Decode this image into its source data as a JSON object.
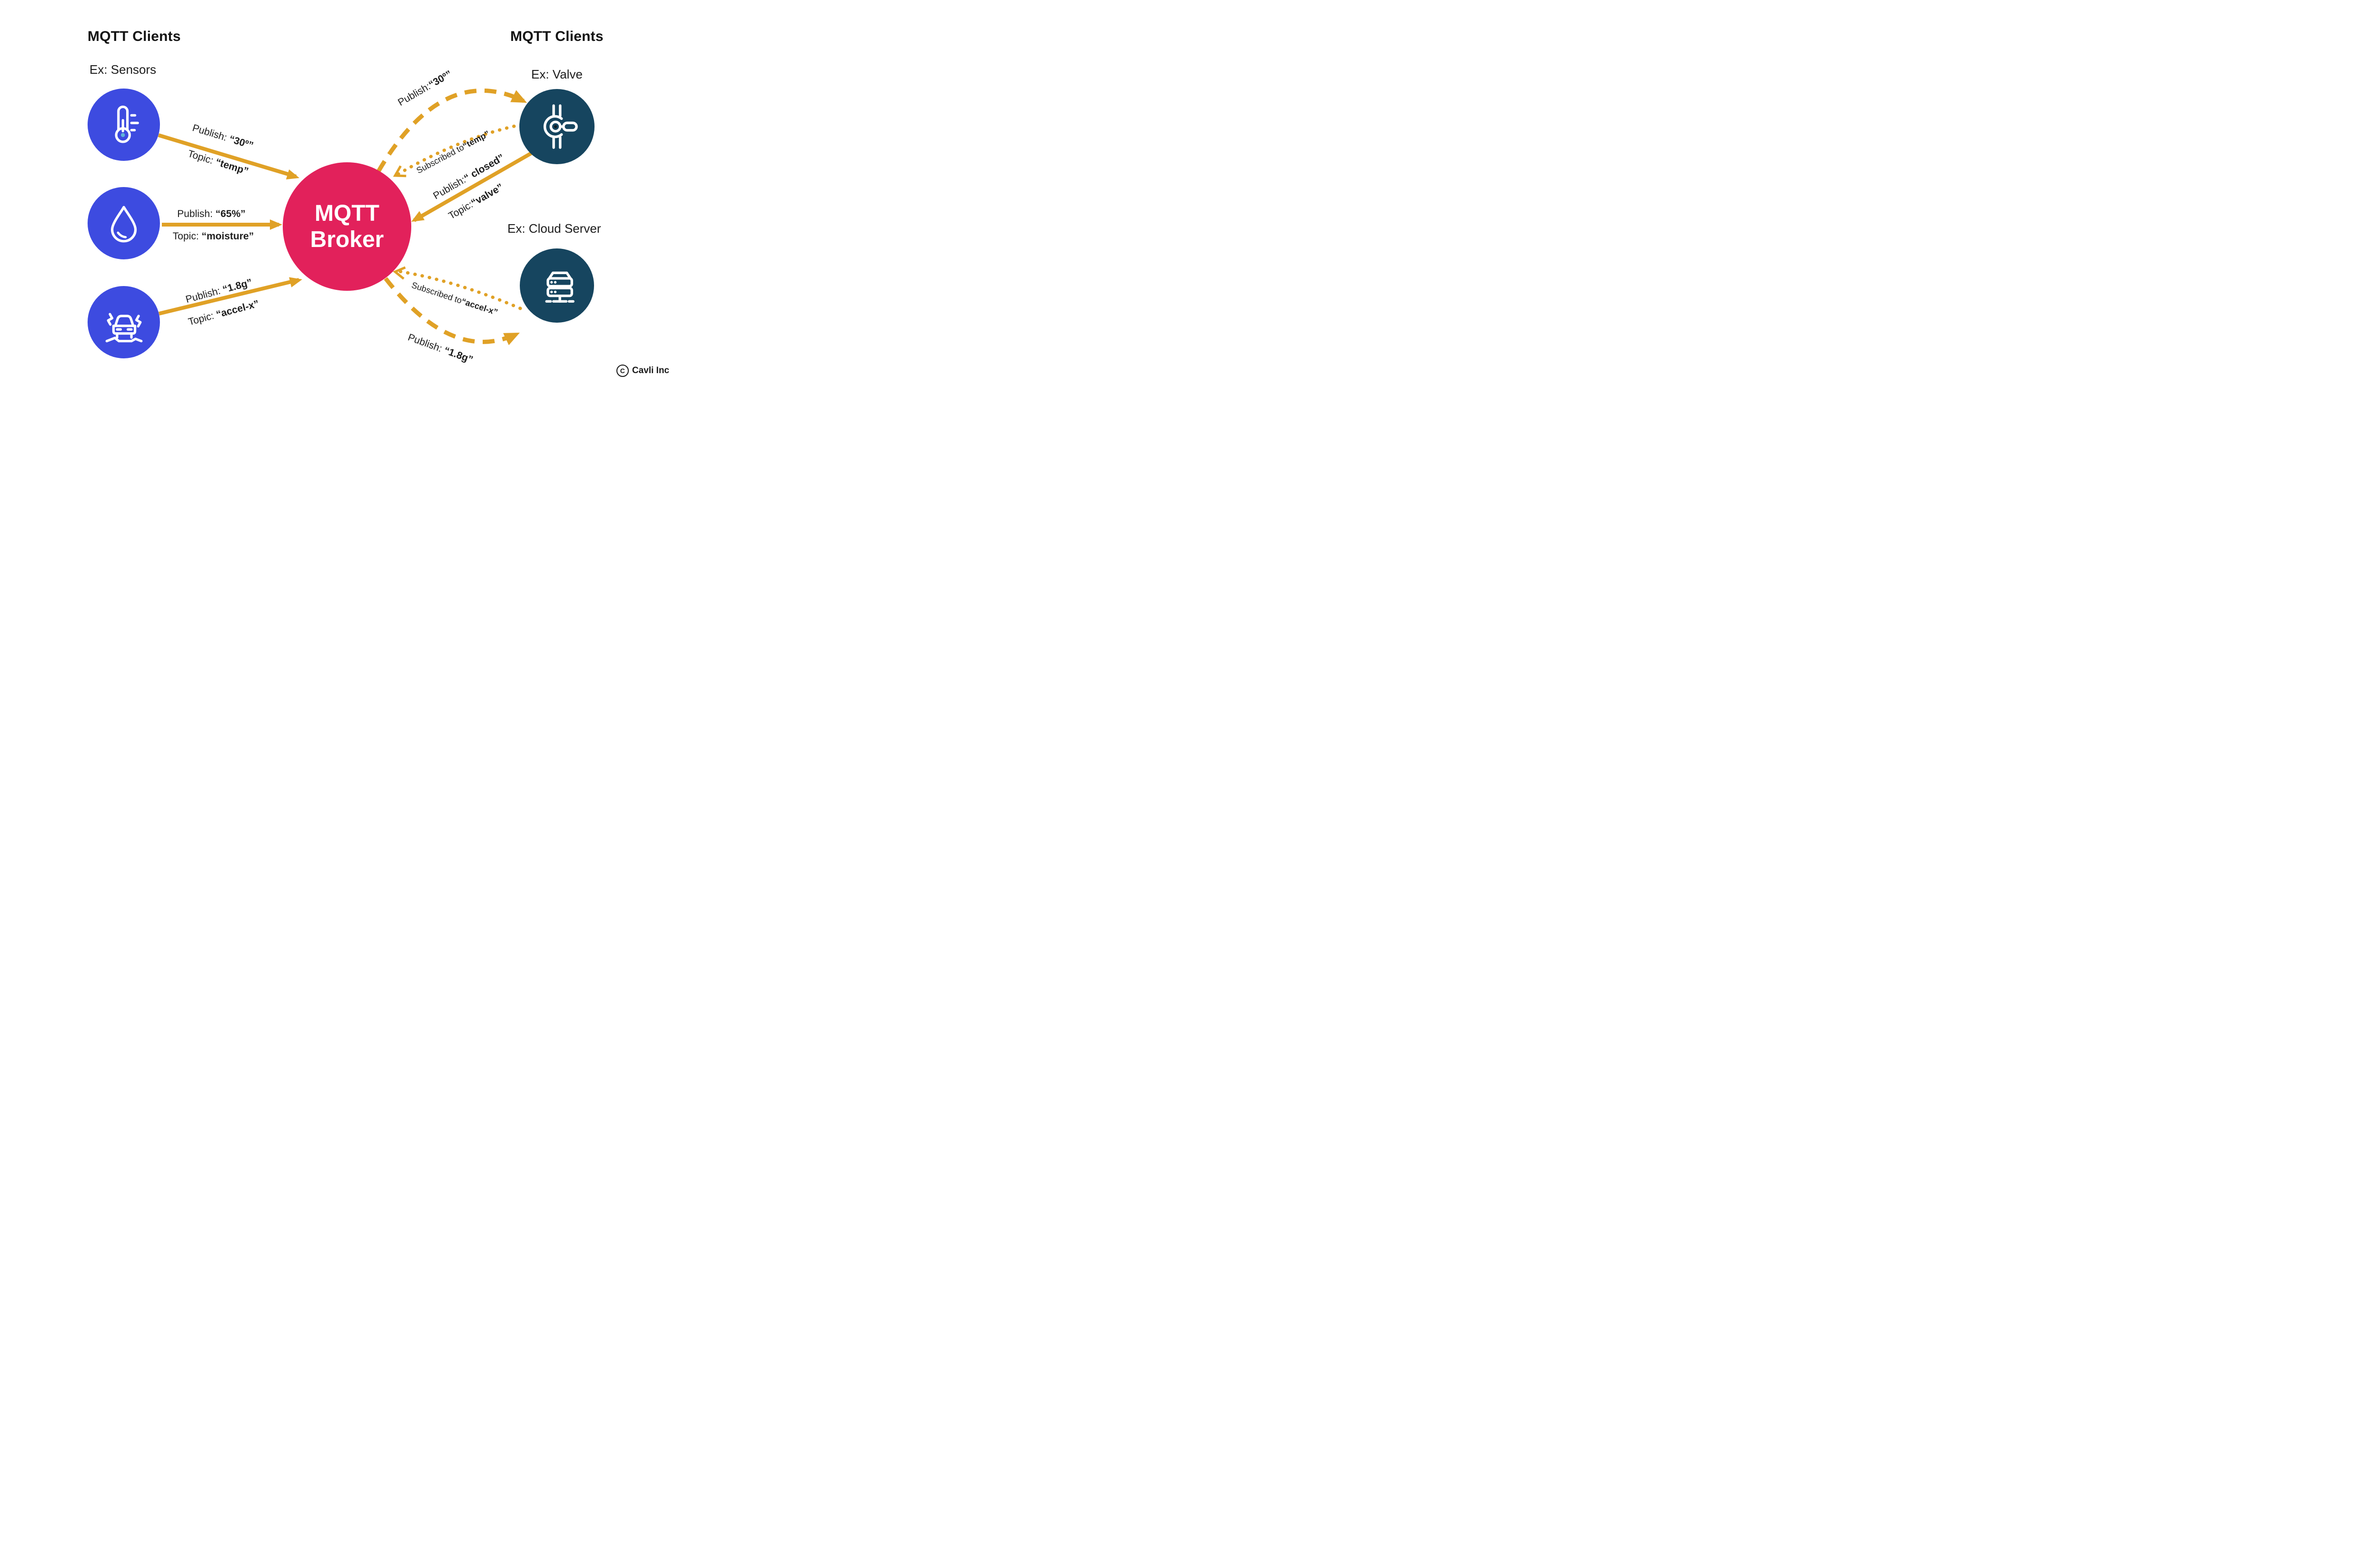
{
  "titles": {
    "left": "MQTT Clients",
    "right": "MQTT Clients"
  },
  "captions": {
    "sensors": "Ex: Sensors",
    "valve": "Ex: Valve",
    "cloud": "Ex: Cloud Server"
  },
  "broker": {
    "line1": "MQTT",
    "line2": "Broker"
  },
  "arrows": {
    "temp": {
      "publish_prefix": "Publish: ",
      "publish_value": "“30º”",
      "topic_prefix": "Topic: ",
      "topic_value": "“temp”"
    },
    "moisture": {
      "publish_prefix": "Publish: ",
      "publish_value": "“65%”",
      "topic_prefix": "Topic: ",
      "topic_value": "“moisture”"
    },
    "accel": {
      "publish_prefix": "Publish: ",
      "publish_value": "“1.8g”",
      "topic_prefix": "Topic: ",
      "topic_value": "“accel-x”"
    },
    "broker_to_valve": {
      "publish_prefix": "Publish:",
      "publish_value": "“30º”"
    },
    "valve_subscription": {
      "prefix": "Subscribed to",
      "value": "“temp”"
    },
    "valve_to_broker": {
      "publish_prefix": "Publish:",
      "publish_value": "“ closed”",
      "topic_prefix": "Topic:",
      "topic_value": "“valve”"
    },
    "cloud_subscription": {
      "prefix": "Subscribed to",
      "value": "“accel-x”"
    },
    "broker_to_cloud": {
      "publish_prefix": "Publish: ",
      "publish_value": "“1.8g”"
    }
  },
  "footer": {
    "copyright_symbol": "C",
    "company": "Cavli Inc"
  },
  "colors": {
    "sensor_blue": "#3d4be0",
    "broker_pink": "#e2215b",
    "client_navy": "#16455f",
    "arrow_gold": "#e0a126",
    "text": "#1a1a1a"
  },
  "icon_names": [
    "thermometer-icon",
    "water-drop-icon",
    "car-vibration-icon",
    "valve-icon",
    "server-icon"
  ]
}
